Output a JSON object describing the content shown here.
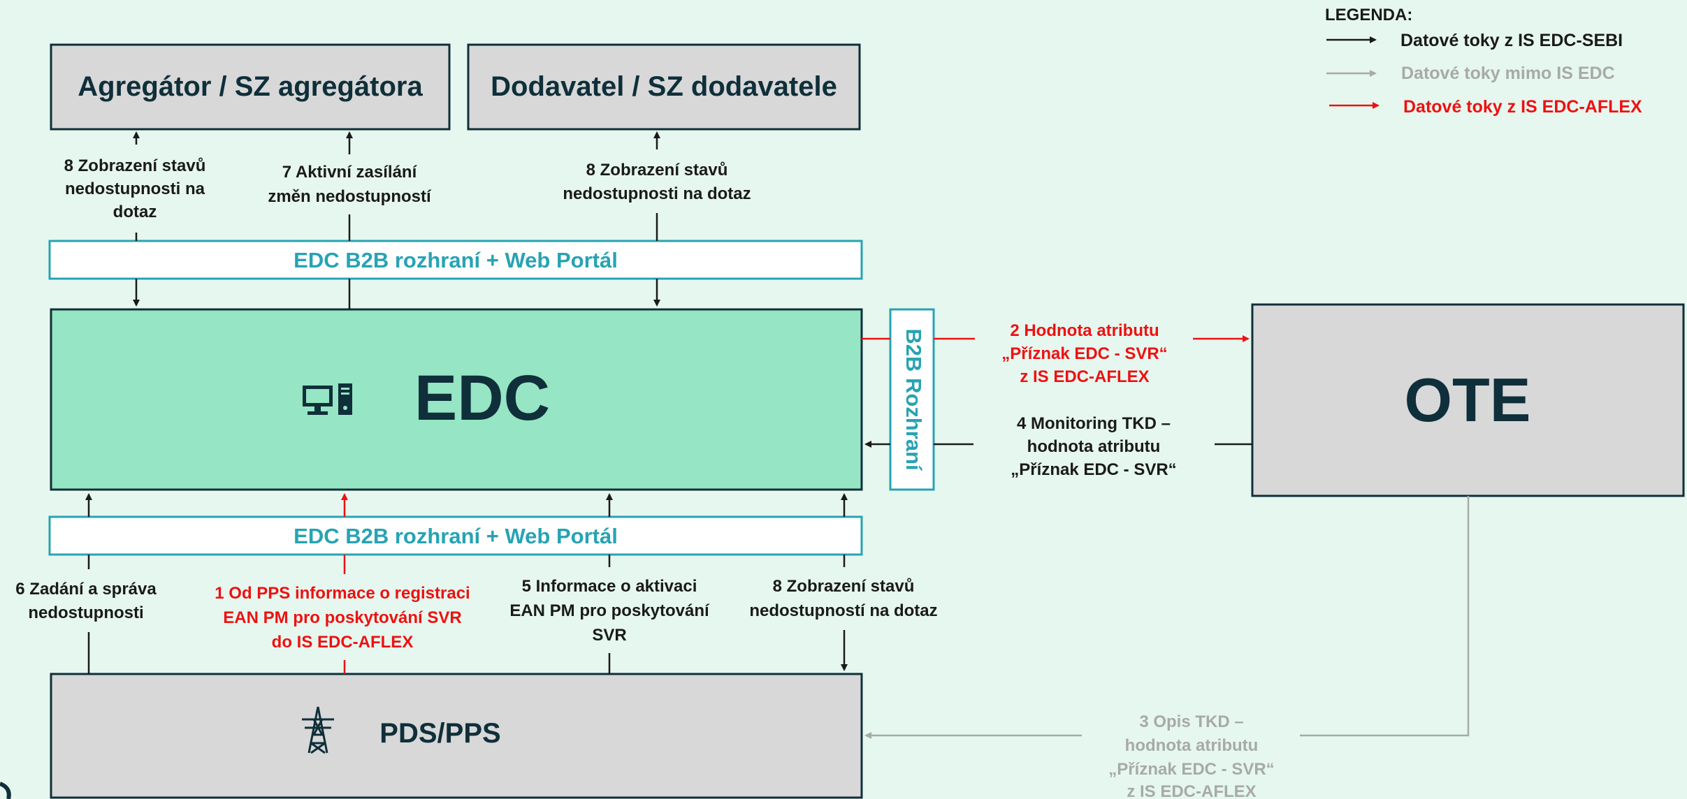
{
  "boxes": {
    "agregator": "Agregátor / SZ agregátora",
    "dodavatel": "Dodavatel / SZ dodavatele",
    "edc": "EDC",
    "ote": "OTE",
    "pds": "PDS/PPS",
    "portal_top": "EDC B2B  rozhraní + Web Portál",
    "portal_bottom": "EDC B2B  rozhraní + Web Portál",
    "b2b_vertical": "B2B Rozhraní"
  },
  "flows": {
    "f8_agregator": [
      "8 Zobrazení stavů",
      "nedostupnosti na",
      "dotaz"
    ],
    "f7": [
      "7 Aktivní zasílání",
      "změn nedostupností"
    ],
    "f8_dodavatel": [
      "8 Zobrazení stavů",
      "nedostupnosti na dotaz"
    ],
    "f2": [
      "2 Hodnota atributu",
      "„Příznak EDC - SVR“",
      "z IS EDC-AFLEX"
    ],
    "f4": [
      "4 Monitoring TKD –",
      "hodnota atributu",
      "„Příznak EDC - SVR“"
    ],
    "f6": [
      "6 Zadání a správa",
      "nedostupnosti"
    ],
    "f1": [
      "1 Od PPS informace o registraci",
      "EAN PM pro poskytování SVR",
      "do IS EDC-AFLEX"
    ],
    "f5": [
      "5 Informace o aktivaci",
      "EAN PM pro poskytování",
      "SVR"
    ],
    "f8_pds": [
      "8 Zobrazení stavů",
      "nedostupností na dotaz"
    ],
    "f3": [
      "3 Opis TKD –",
      "hodnota atributu",
      "„Příznak EDC - SVR“",
      "z IS EDC-AFLEX"
    ]
  },
  "legend": {
    "title": "LEGENDA:",
    "items": [
      {
        "label": "Datové toky z IS EDC-SEBI",
        "color": "#1a1a1a"
      },
      {
        "label": "Datové toky mimo IS EDC",
        "color": "#a7aaa8"
      },
      {
        "label": "Datové toky z IS EDC-AFLEX",
        "color": "#ee1111"
      }
    ]
  },
  "icons": {
    "edc": "computer-tower-icon",
    "pds": "power-pylon-icon"
  },
  "colors": {
    "background": "#e6f7ef",
    "edc_fill": "#96e5c4",
    "box_fill": "#d8d8d8",
    "box_border": "#0f2f3a",
    "portal_border": "#27a3b3",
    "sebi": "#1a1a1a",
    "outside": "#a7aaa8",
    "aflex": "#ee1111"
  }
}
